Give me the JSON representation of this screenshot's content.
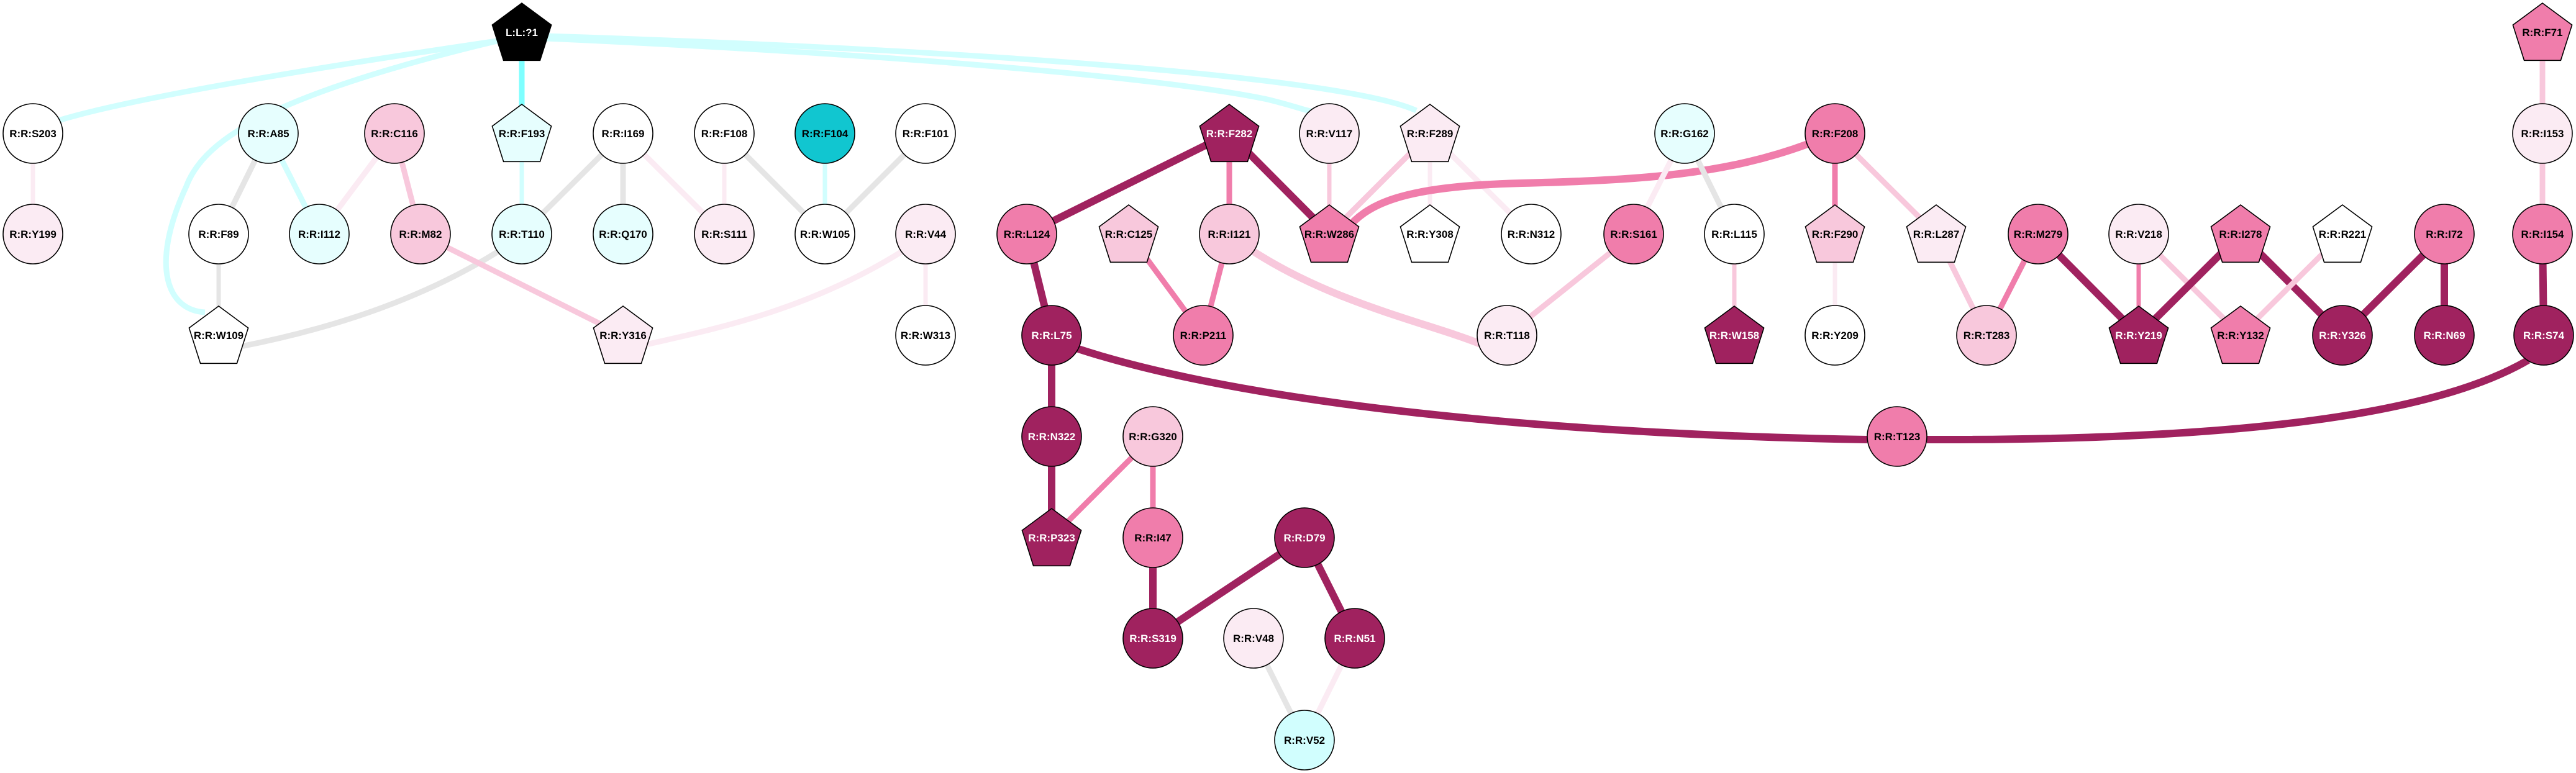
{
  "title": "Residue interaction network",
  "palette": {
    "white": "#FFFFFF",
    "very_light_pink": "#FBEBF3",
    "light_pink": "#F8C8DC",
    "medium_pink": "#F07DAB",
    "dark_magenta": "#A0225F",
    "light_cyan": "#E6FEFE",
    "pale_cyan": "#D1FEFE",
    "teal": "#11C6D0",
    "black": "#000000",
    "edge_gray": "#E5E5E5",
    "edge_bright_cyan": "#7FFFFF",
    "edge_light_cyan": "#D1FEFE"
  },
  "nodes": [
    {
      "id": "L:L:?1",
      "shape": "pentagon",
      "fill": "black",
      "text": "white"
    },
    {
      "id": "R:R:F71",
      "shape": "pentagon",
      "fill": "medium_pink",
      "text": "black"
    },
    {
      "id": "R:R:S203",
      "shape": "circle",
      "fill": "white",
      "text": "black"
    },
    {
      "id": "R:R:A85",
      "shape": "circle",
      "fill": "light_cyan",
      "text": "black"
    },
    {
      "id": "R:R:C116",
      "shape": "circle",
      "fill": "light_pink",
      "text": "black"
    },
    {
      "id": "R:R:F193",
      "shape": "pentagon",
      "fill": "light_cyan",
      "text": "black"
    },
    {
      "id": "R:R:I169",
      "shape": "circle",
      "fill": "white",
      "text": "black"
    },
    {
      "id": "R:R:F108",
      "shape": "circle",
      "fill": "white",
      "text": "black"
    },
    {
      "id": "R:R:F104",
      "shape": "circle",
      "fill": "teal",
      "text": "black"
    },
    {
      "id": "R:R:F101",
      "shape": "circle",
      "fill": "white",
      "text": "black"
    },
    {
      "id": "R:R:F282",
      "shape": "pentagon",
      "fill": "dark_magenta",
      "text": "white"
    },
    {
      "id": "R:R:V117",
      "shape": "circle",
      "fill": "very_light_pink",
      "text": "black"
    },
    {
      "id": "R:R:F289",
      "shape": "pentagon",
      "fill": "very_light_pink",
      "text": "black"
    },
    {
      "id": "R:R:G162",
      "shape": "circle",
      "fill": "light_cyan",
      "text": "black"
    },
    {
      "id": "R:R:F208",
      "shape": "circle",
      "fill": "medium_pink",
      "text": "black"
    },
    {
      "id": "R:R:I153",
      "shape": "circle",
      "fill": "very_light_pink",
      "text": "black"
    },
    {
      "id": "R:R:Y199",
      "shape": "circle",
      "fill": "very_light_pink",
      "text": "black"
    },
    {
      "id": "R:R:F89",
      "shape": "circle",
      "fill": "white",
      "text": "black"
    },
    {
      "id": "R:R:I112",
      "shape": "circle",
      "fill": "light_cyan",
      "text": "black"
    },
    {
      "id": "R:R:M82",
      "shape": "circle",
      "fill": "light_pink",
      "text": "black"
    },
    {
      "id": "R:R:T110",
      "shape": "circle",
      "fill": "light_cyan",
      "text": "black"
    },
    {
      "id": "R:R:Q170",
      "shape": "circle",
      "fill": "light_cyan",
      "text": "black"
    },
    {
      "id": "R:R:S111",
      "shape": "circle",
      "fill": "very_light_pink",
      "text": "black"
    },
    {
      "id": "R:R:W105",
      "shape": "circle",
      "fill": "white",
      "text": "black"
    },
    {
      "id": "R:R:V44",
      "shape": "circle",
      "fill": "very_light_pink",
      "text": "black"
    },
    {
      "id": "R:R:L124",
      "shape": "circle",
      "fill": "medium_pink",
      "text": "black"
    },
    {
      "id": "R:R:C125",
      "shape": "pentagon",
      "fill": "light_pink",
      "text": "black"
    },
    {
      "id": "R:R:I121",
      "shape": "circle",
      "fill": "light_pink",
      "text": "black"
    },
    {
      "id": "R:R:W286",
      "shape": "pentagon",
      "fill": "medium_pink",
      "text": "black"
    },
    {
      "id": "R:R:Y308",
      "shape": "pentagon",
      "fill": "white",
      "text": "black"
    },
    {
      "id": "R:R:N312",
      "shape": "circle",
      "fill": "white",
      "text": "black"
    },
    {
      "id": "R:R:S161",
      "shape": "circle",
      "fill": "medium_pink",
      "text": "black"
    },
    {
      "id": "R:R:L115",
      "shape": "circle",
      "fill": "white",
      "text": "black"
    },
    {
      "id": "R:R:F290",
      "shape": "pentagon",
      "fill": "light_pink",
      "text": "black"
    },
    {
      "id": "R:R:L287",
      "shape": "pentagon",
      "fill": "very_light_pink",
      "text": "black"
    },
    {
      "id": "R:R:M279",
      "shape": "circle",
      "fill": "medium_pink",
      "text": "black"
    },
    {
      "id": "R:R:V218",
      "shape": "circle",
      "fill": "very_light_pink",
      "text": "black"
    },
    {
      "id": "R:R:I278",
      "shape": "pentagon",
      "fill": "medium_pink",
      "text": "black"
    },
    {
      "id": "R:R:R221",
      "shape": "pentagon",
      "fill": "white",
      "text": "black"
    },
    {
      "id": "R:R:I72",
      "shape": "circle",
      "fill": "medium_pink",
      "text": "black"
    },
    {
      "id": "R:R:I154",
      "shape": "circle",
      "fill": "medium_pink",
      "text": "black"
    },
    {
      "id": "R:R:W109",
      "shape": "pentagon",
      "fill": "white",
      "text": "black"
    },
    {
      "id": "R:R:Y316",
      "shape": "pentagon",
      "fill": "very_light_pink",
      "text": "black"
    },
    {
      "id": "R:R:W313",
      "shape": "circle",
      "fill": "white",
      "text": "black"
    },
    {
      "id": "R:R:L75",
      "shape": "circle",
      "fill": "dark_magenta",
      "text": "white"
    },
    {
      "id": "R:R:P211",
      "shape": "circle",
      "fill": "medium_pink",
      "text": "black"
    },
    {
      "id": "R:R:T118",
      "shape": "circle",
      "fill": "very_light_pink",
      "text": "black"
    },
    {
      "id": "R:R:W158",
      "shape": "pentagon",
      "fill": "dark_magenta",
      "text": "white"
    },
    {
      "id": "R:R:Y209",
      "shape": "circle",
      "fill": "white",
      "text": "black"
    },
    {
      "id": "R:R:T283",
      "shape": "circle",
      "fill": "light_pink",
      "text": "black"
    },
    {
      "id": "R:R:Y219",
      "shape": "pentagon",
      "fill": "dark_magenta",
      "text": "white"
    },
    {
      "id": "R:R:Y132",
      "shape": "pentagon",
      "fill": "medium_pink",
      "text": "black"
    },
    {
      "id": "R:R:Y326",
      "shape": "circle",
      "fill": "dark_magenta",
      "text": "white"
    },
    {
      "id": "R:R:N69",
      "shape": "circle",
      "fill": "dark_magenta",
      "text": "white"
    },
    {
      "id": "R:R:S74",
      "shape": "circle",
      "fill": "dark_magenta",
      "text": "white"
    },
    {
      "id": "R:R:N322",
      "shape": "circle",
      "fill": "dark_magenta",
      "text": "white"
    },
    {
      "id": "R:R:G320",
      "shape": "circle",
      "fill": "light_pink",
      "text": "black"
    },
    {
      "id": "R:R:T123",
      "shape": "circle",
      "fill": "medium_pink",
      "text": "black"
    },
    {
      "id": "R:R:P323",
      "shape": "pentagon",
      "fill": "dark_magenta",
      "text": "white"
    },
    {
      "id": "R:R:I47",
      "shape": "circle",
      "fill": "medium_pink",
      "text": "black"
    },
    {
      "id": "R:R:D79",
      "shape": "circle",
      "fill": "dark_magenta",
      "text": "white"
    },
    {
      "id": "R:R:S319",
      "shape": "circle",
      "fill": "dark_magenta",
      "text": "white"
    },
    {
      "id": "R:R:V48",
      "shape": "circle",
      "fill": "very_light_pink",
      "text": "black"
    },
    {
      "id": "R:R:N51",
      "shape": "circle",
      "fill": "dark_magenta",
      "text": "white"
    },
    {
      "id": "R:R:V52",
      "shape": "circle",
      "fill": "pale_cyan",
      "text": "black"
    }
  ],
  "edges": [
    {
      "source": "L:L:?1",
      "target": "R:R:S203",
      "color": "edge_light_cyan",
      "weight": "medium"
    },
    {
      "source": "L:L:?1",
      "target": "R:R:W109",
      "color": "edge_light_cyan",
      "weight": "medium"
    },
    {
      "source": "L:L:?1",
      "target": "R:R:F193",
      "color": "edge_bright_cyan",
      "weight": "medium"
    },
    {
      "source": "L:L:?1",
      "target": "R:R:V117",
      "color": "edge_light_cyan",
      "weight": "medium"
    },
    {
      "source": "L:L:?1",
      "target": "R:R:F289",
      "color": "edge_light_cyan",
      "weight": "medium"
    },
    {
      "source": "R:R:S203",
      "target": "R:R:Y199",
      "color": "very_light_pink",
      "weight": "thin"
    },
    {
      "source": "R:R:A85",
      "target": "R:R:F89",
      "color": "edge_gray",
      "weight": "medium"
    },
    {
      "source": "R:R:A85",
      "target": "R:R:I112",
      "color": "edge_light_cyan",
      "weight": "medium"
    },
    {
      "source": "R:R:C116",
      "target": "R:R:I112",
      "color": "very_light_pink",
      "weight": "medium"
    },
    {
      "source": "R:R:C116",
      "target": "R:R:M82",
      "color": "light_pink",
      "weight": "medium"
    },
    {
      "source": "R:R:F193",
      "target": "R:R:T110",
      "color": "edge_light_cyan",
      "weight": "thin"
    },
    {
      "source": "R:R:I169",
      "target": "R:R:T110",
      "color": "edge_gray",
      "weight": "medium"
    },
    {
      "source": "R:R:I169",
      "target": "R:R:Q170",
      "color": "edge_gray",
      "weight": "medium"
    },
    {
      "source": "R:R:I169",
      "target": "R:R:S111",
      "color": "very_light_pink",
      "weight": "medium"
    },
    {
      "source": "R:R:F108",
      "target": "R:R:S111",
      "color": "very_light_pink",
      "weight": "thin"
    },
    {
      "source": "R:R:F108",
      "target": "R:R:W105",
      "color": "edge_gray",
      "weight": "medium"
    },
    {
      "source": "R:R:F104",
      "target": "R:R:W105",
      "color": "edge_light_cyan",
      "weight": "thin"
    },
    {
      "source": "R:R:F101",
      "target": "R:R:W105",
      "color": "edge_gray",
      "weight": "medium"
    },
    {
      "source": "R:R:F89",
      "target": "R:R:W109",
      "color": "edge_gray",
      "weight": "thin"
    },
    {
      "source": "R:R:T110",
      "target": "R:R:W109",
      "color": "edge_gray",
      "weight": "medium"
    },
    {
      "source": "R:R:M82",
      "target": "R:R:Y316",
      "color": "light_pink",
      "weight": "medium"
    },
    {
      "source": "R:R:V44",
      "target": "R:R:Y316",
      "color": "very_light_pink",
      "weight": "medium"
    },
    {
      "source": "R:R:V44",
      "target": "R:R:W313",
      "color": "very_light_pink",
      "weight": "thin"
    },
    {
      "source": "R:R:F282",
      "target": "R:R:L124",
      "color": "dark_magenta",
      "weight": "thick"
    },
    {
      "source": "R:R:F282",
      "target": "R:R:I121",
      "color": "medium_pink",
      "weight": "medium"
    },
    {
      "source": "R:R:F282",
      "target": "R:R:W286",
      "color": "dark_magenta",
      "weight": "thick"
    },
    {
      "source": "R:R:V117",
      "target": "R:R:W286",
      "color": "light_pink",
      "weight": "thin"
    },
    {
      "source": "R:R:F289",
      "target": "R:R:W286",
      "color": "light_pink",
      "weight": "medium"
    },
    {
      "source": "R:R:F289",
      "target": "R:R:Y308",
      "color": "very_light_pink",
      "weight": "thin"
    },
    {
      "source": "R:R:F289",
      "target": "R:R:N312",
      "color": "very_light_pink",
      "weight": "medium"
    },
    {
      "source": "R:R:L124",
      "target": "R:R:L75",
      "color": "dark_magenta",
      "weight": "thick"
    },
    {
      "source": "R:R:C125",
      "target": "R:R:P211",
      "color": "medium_pink",
      "weight": "medium"
    },
    {
      "source": "R:R:I121",
      "target": "R:R:P211",
      "color": "medium_pink",
      "weight": "medium"
    },
    {
      "source": "R:R:I121",
      "target": "R:R:T118",
      "color": "light_pink",
      "weight": "thick"
    },
    {
      "source": "R:R:F208",
      "target": "R:R:W286",
      "color": "medium_pink",
      "weight": "thick"
    },
    {
      "source": "R:R:F208",
      "target": "R:R:F290",
      "color": "medium_pink",
      "weight": "medium"
    },
    {
      "source": "R:R:F208",
      "target": "R:R:L287",
      "color": "light_pink",
      "weight": "medium"
    },
    {
      "source": "R:R:G162",
      "target": "R:R:S161",
      "color": "very_light_pink",
      "weight": "medium"
    },
    {
      "source": "R:R:G162",
      "target": "R:R:L115",
      "color": "edge_gray",
      "weight": "medium"
    },
    {
      "source": "R:R:S161",
      "target": "R:R:T118",
      "color": "light_pink",
      "weight": "medium"
    },
    {
      "source": "R:R:L115",
      "target": "R:R:W158",
      "color": "light_pink",
      "weight": "thin"
    },
    {
      "source": "R:R:F290",
      "target": "R:R:Y209",
      "color": "very_light_pink",
      "weight": "thin"
    },
    {
      "source": "R:R:L287",
      "target": "R:R:T283",
      "color": "light_pink",
      "weight": "medium"
    },
    {
      "source": "R:R:M279",
      "target": "R:R:T283",
      "color": "medium_pink",
      "weight": "medium"
    },
    {
      "source": "R:R:M279",
      "target": "R:R:Y219",
      "color": "dark_magenta",
      "weight": "thick"
    },
    {
      "source": "R:R:V218",
      "target": "R:R:Y219",
      "color": "medium_pink",
      "weight": "thin"
    },
    {
      "source": "R:R:V218",
      "target": "R:R:Y132",
      "color": "light_pink",
      "weight": "medium"
    },
    {
      "source": "R:R:I278",
      "target": "R:R:Y219",
      "color": "dark_magenta",
      "weight": "thick"
    },
    {
      "source": "R:R:I278",
      "target": "R:R:Y326",
      "color": "dark_magenta",
      "weight": "thick"
    },
    {
      "source": "R:R:R221",
      "target": "R:R:Y132",
      "color": "light_pink",
      "weight": "medium"
    },
    {
      "source": "R:R:I72",
      "target": "R:R:Y326",
      "color": "dark_magenta",
      "weight": "thick"
    },
    {
      "source": "R:R:I72",
      "target": "R:R:N69",
      "color": "dark_magenta",
      "weight": "thick"
    },
    {
      "source": "R:R:F71",
      "target": "R:R:I153",
      "color": "light_pink",
      "weight": "medium"
    },
    {
      "source": "R:R:I153",
      "target": "R:R:I154",
      "color": "light_pink",
      "weight": "medium"
    },
    {
      "source": "R:R:I154",
      "target": "R:R:S74",
      "color": "dark_magenta",
      "weight": "thick"
    },
    {
      "source": "R:R:L75",
      "target": "R:R:N322",
      "color": "dark_magenta",
      "weight": "thick"
    },
    {
      "source": "R:R:L75",
      "target": "R:R:T123",
      "color": "dark_magenta",
      "weight": "thick"
    },
    {
      "source": "R:R:T123",
      "target": "R:R:S74",
      "color": "dark_magenta",
      "weight": "thick"
    },
    {
      "source": "R:R:N322",
      "target": "R:R:P323",
      "color": "dark_magenta",
      "weight": "thick"
    },
    {
      "source": "R:R:G320",
      "target": "R:R:P323",
      "color": "medium_pink",
      "weight": "medium"
    },
    {
      "source": "R:R:G320",
      "target": "R:R:I47",
      "color": "medium_pink",
      "weight": "medium"
    },
    {
      "source": "R:R:I47",
      "target": "R:R:S319",
      "color": "dark_magenta",
      "weight": "thick"
    },
    {
      "source": "R:R:D79",
      "target": "R:R:S319",
      "color": "dark_magenta",
      "weight": "thick"
    },
    {
      "source": "R:R:D79",
      "target": "R:R:N51",
      "color": "dark_magenta",
      "weight": "thick"
    },
    {
      "source": "R:R:V48",
      "target": "R:R:V52",
      "color": "edge_gray",
      "weight": "medium"
    },
    {
      "source": "R:R:N51",
      "target": "R:R:V52",
      "color": "very_light_pink",
      "weight": "medium"
    }
  ]
}
